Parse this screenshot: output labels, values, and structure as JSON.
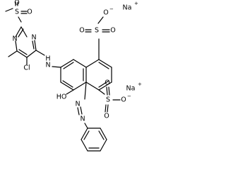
{
  "labels": {
    "S_mesyl": "S",
    "O_mesyl_1": "O",
    "O_mesyl_2": "O",
    "N_pyr_1": "N",
    "N_pyr_2": "N",
    "Cl": "Cl",
    "N_amine": "N",
    "H_amine": "H",
    "S_sulfo_1": "S",
    "O_sulfo_1a": "O",
    "O_sulfo_1b": "O",
    "O_sulfo_1c": "O",
    "S_sulfo_2": "S",
    "O_sulfo_2a": "O",
    "O_sulfo_2b": "O",
    "O_sulfo_2c": "O",
    "OH": "HO",
    "N_azo_1": "N",
    "N_azo_2": "N",
    "Na_1": "Na",
    "Na_2": "Na"
  },
  "charges": {
    "sulfo_1": "−",
    "sulfo_2": "−",
    "Na_1": "+",
    "Na_2": "+"
  }
}
